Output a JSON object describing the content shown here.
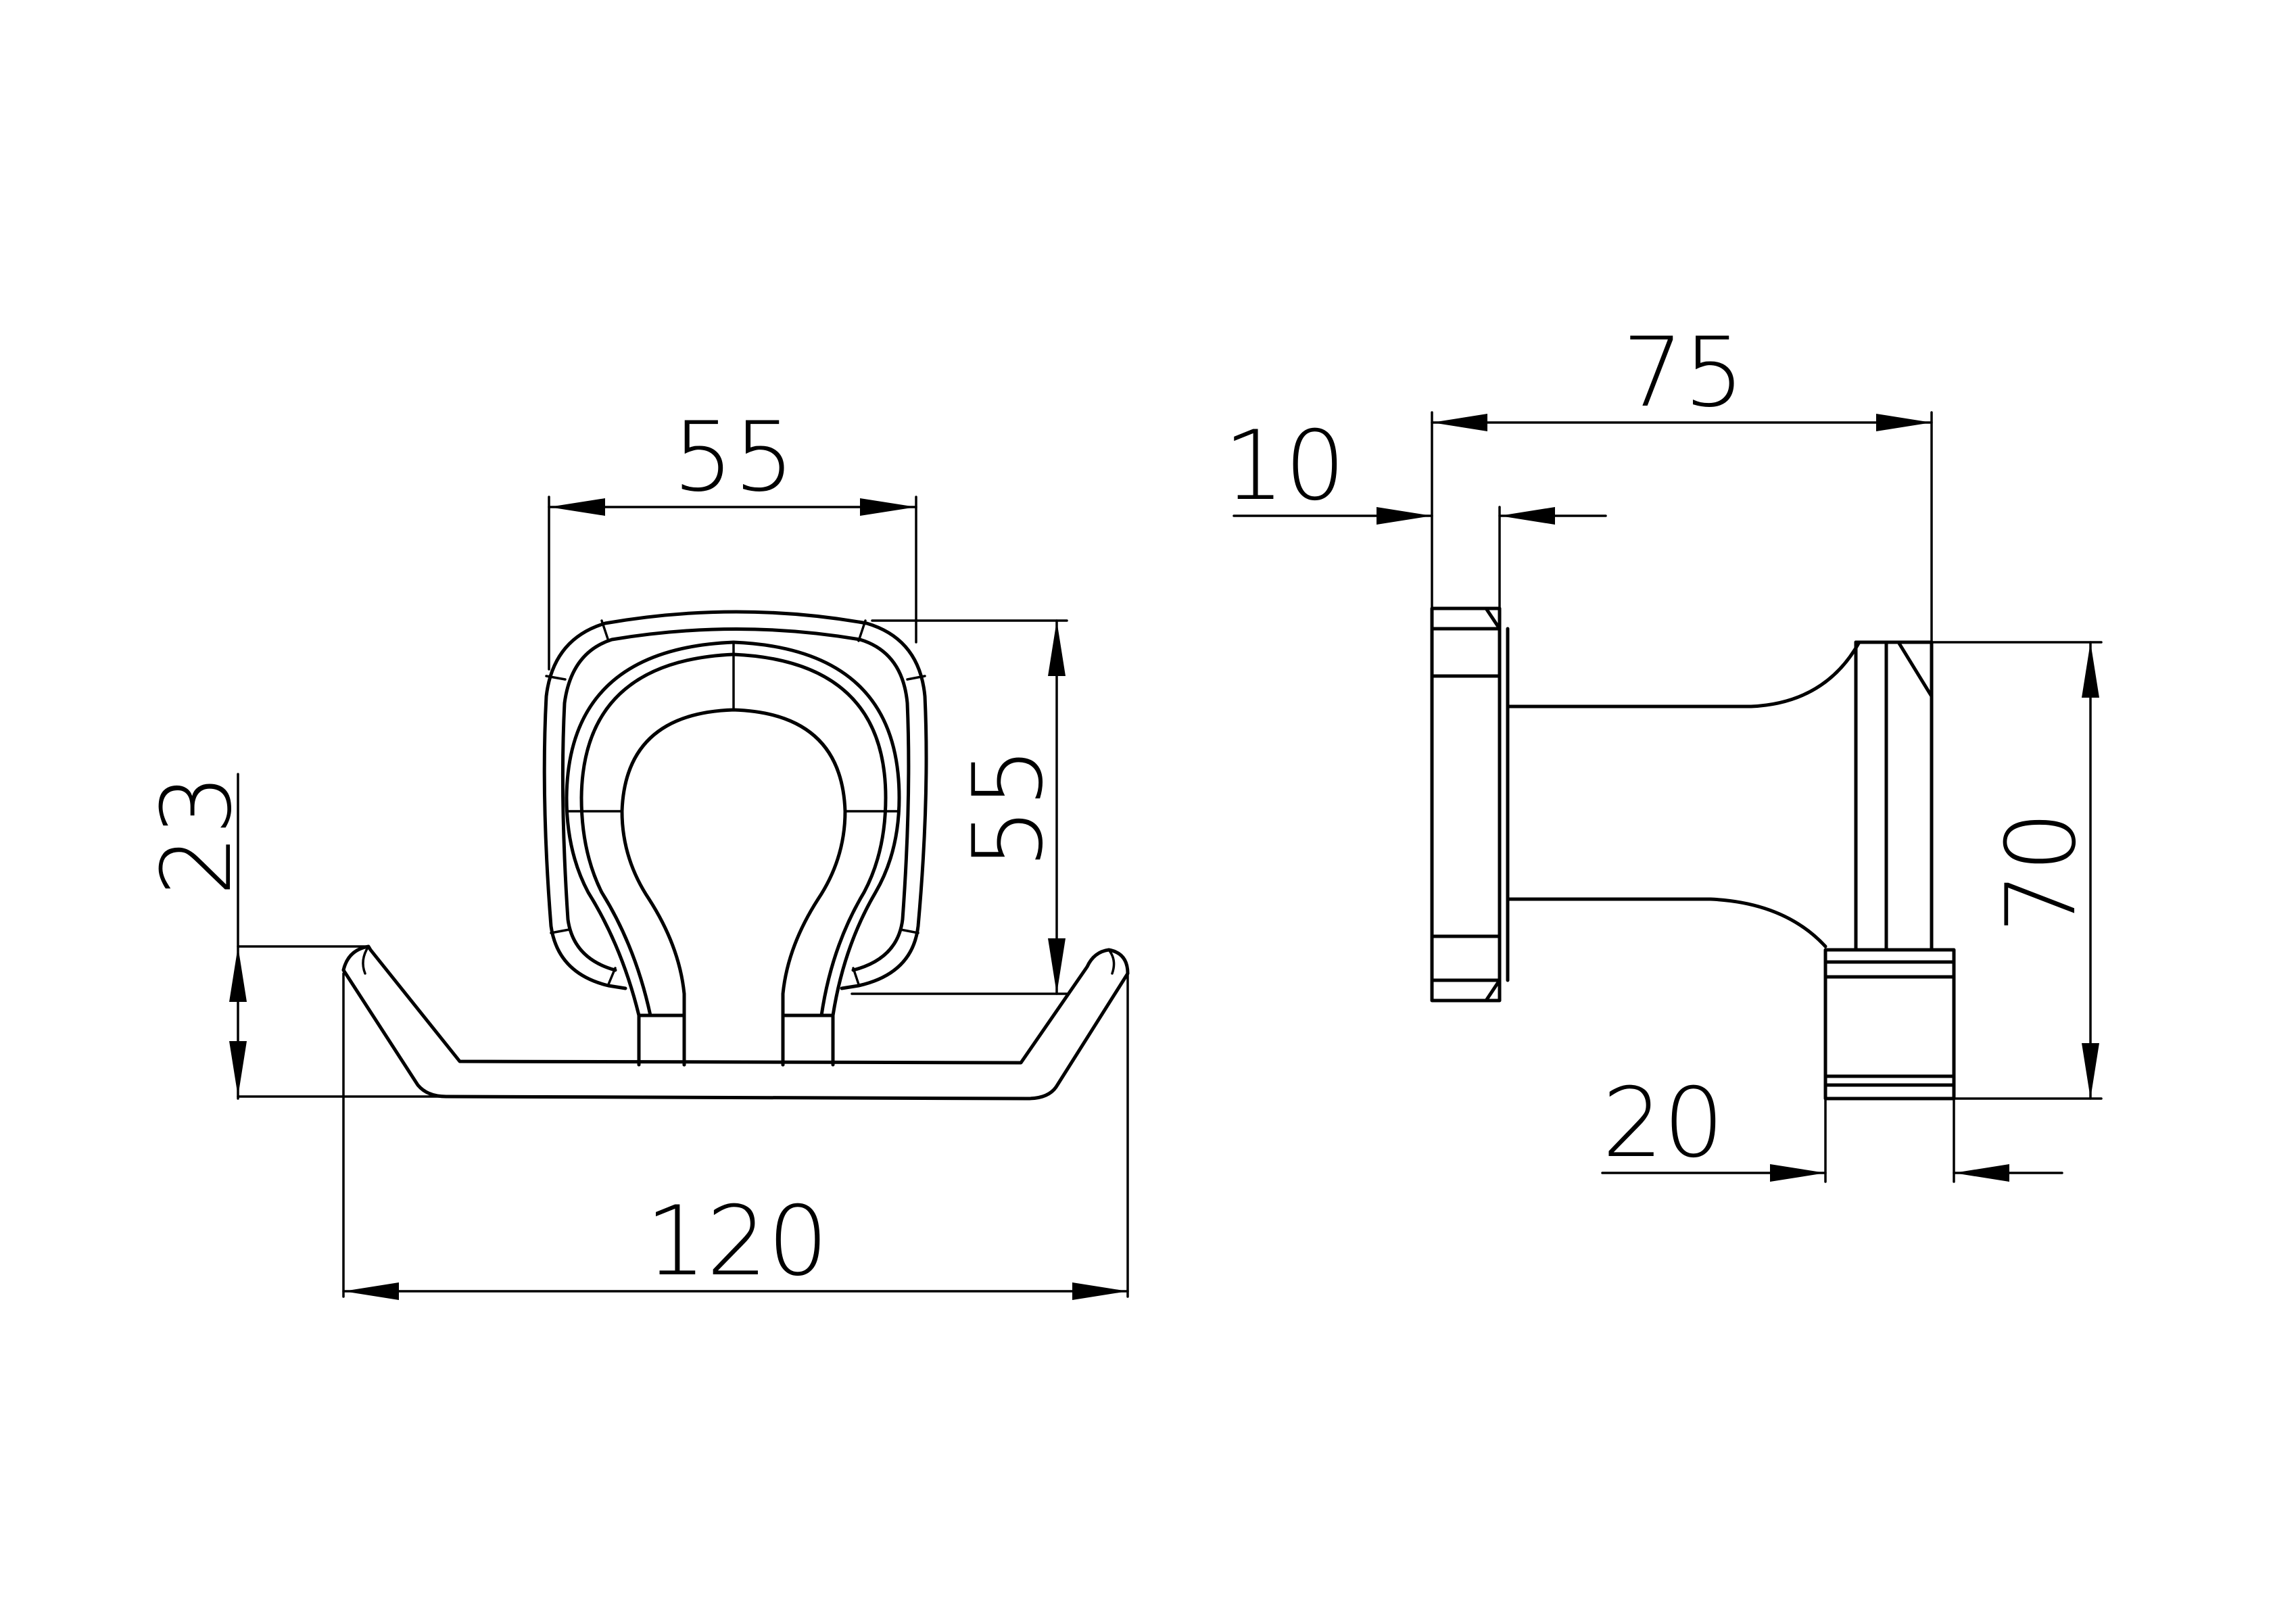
{
  "drawing": {
    "front_view": {
      "dims": {
        "width_head": "55",
        "height_head": "55",
        "arm_height": "23",
        "overall_width": "120"
      }
    },
    "side_view": {
      "dims": {
        "projection": "75",
        "base_thickness": "10",
        "height": "70",
        "hook_depth": "20"
      }
    },
    "colors": {
      "line": "#000000",
      "background": "#ffffff"
    }
  }
}
